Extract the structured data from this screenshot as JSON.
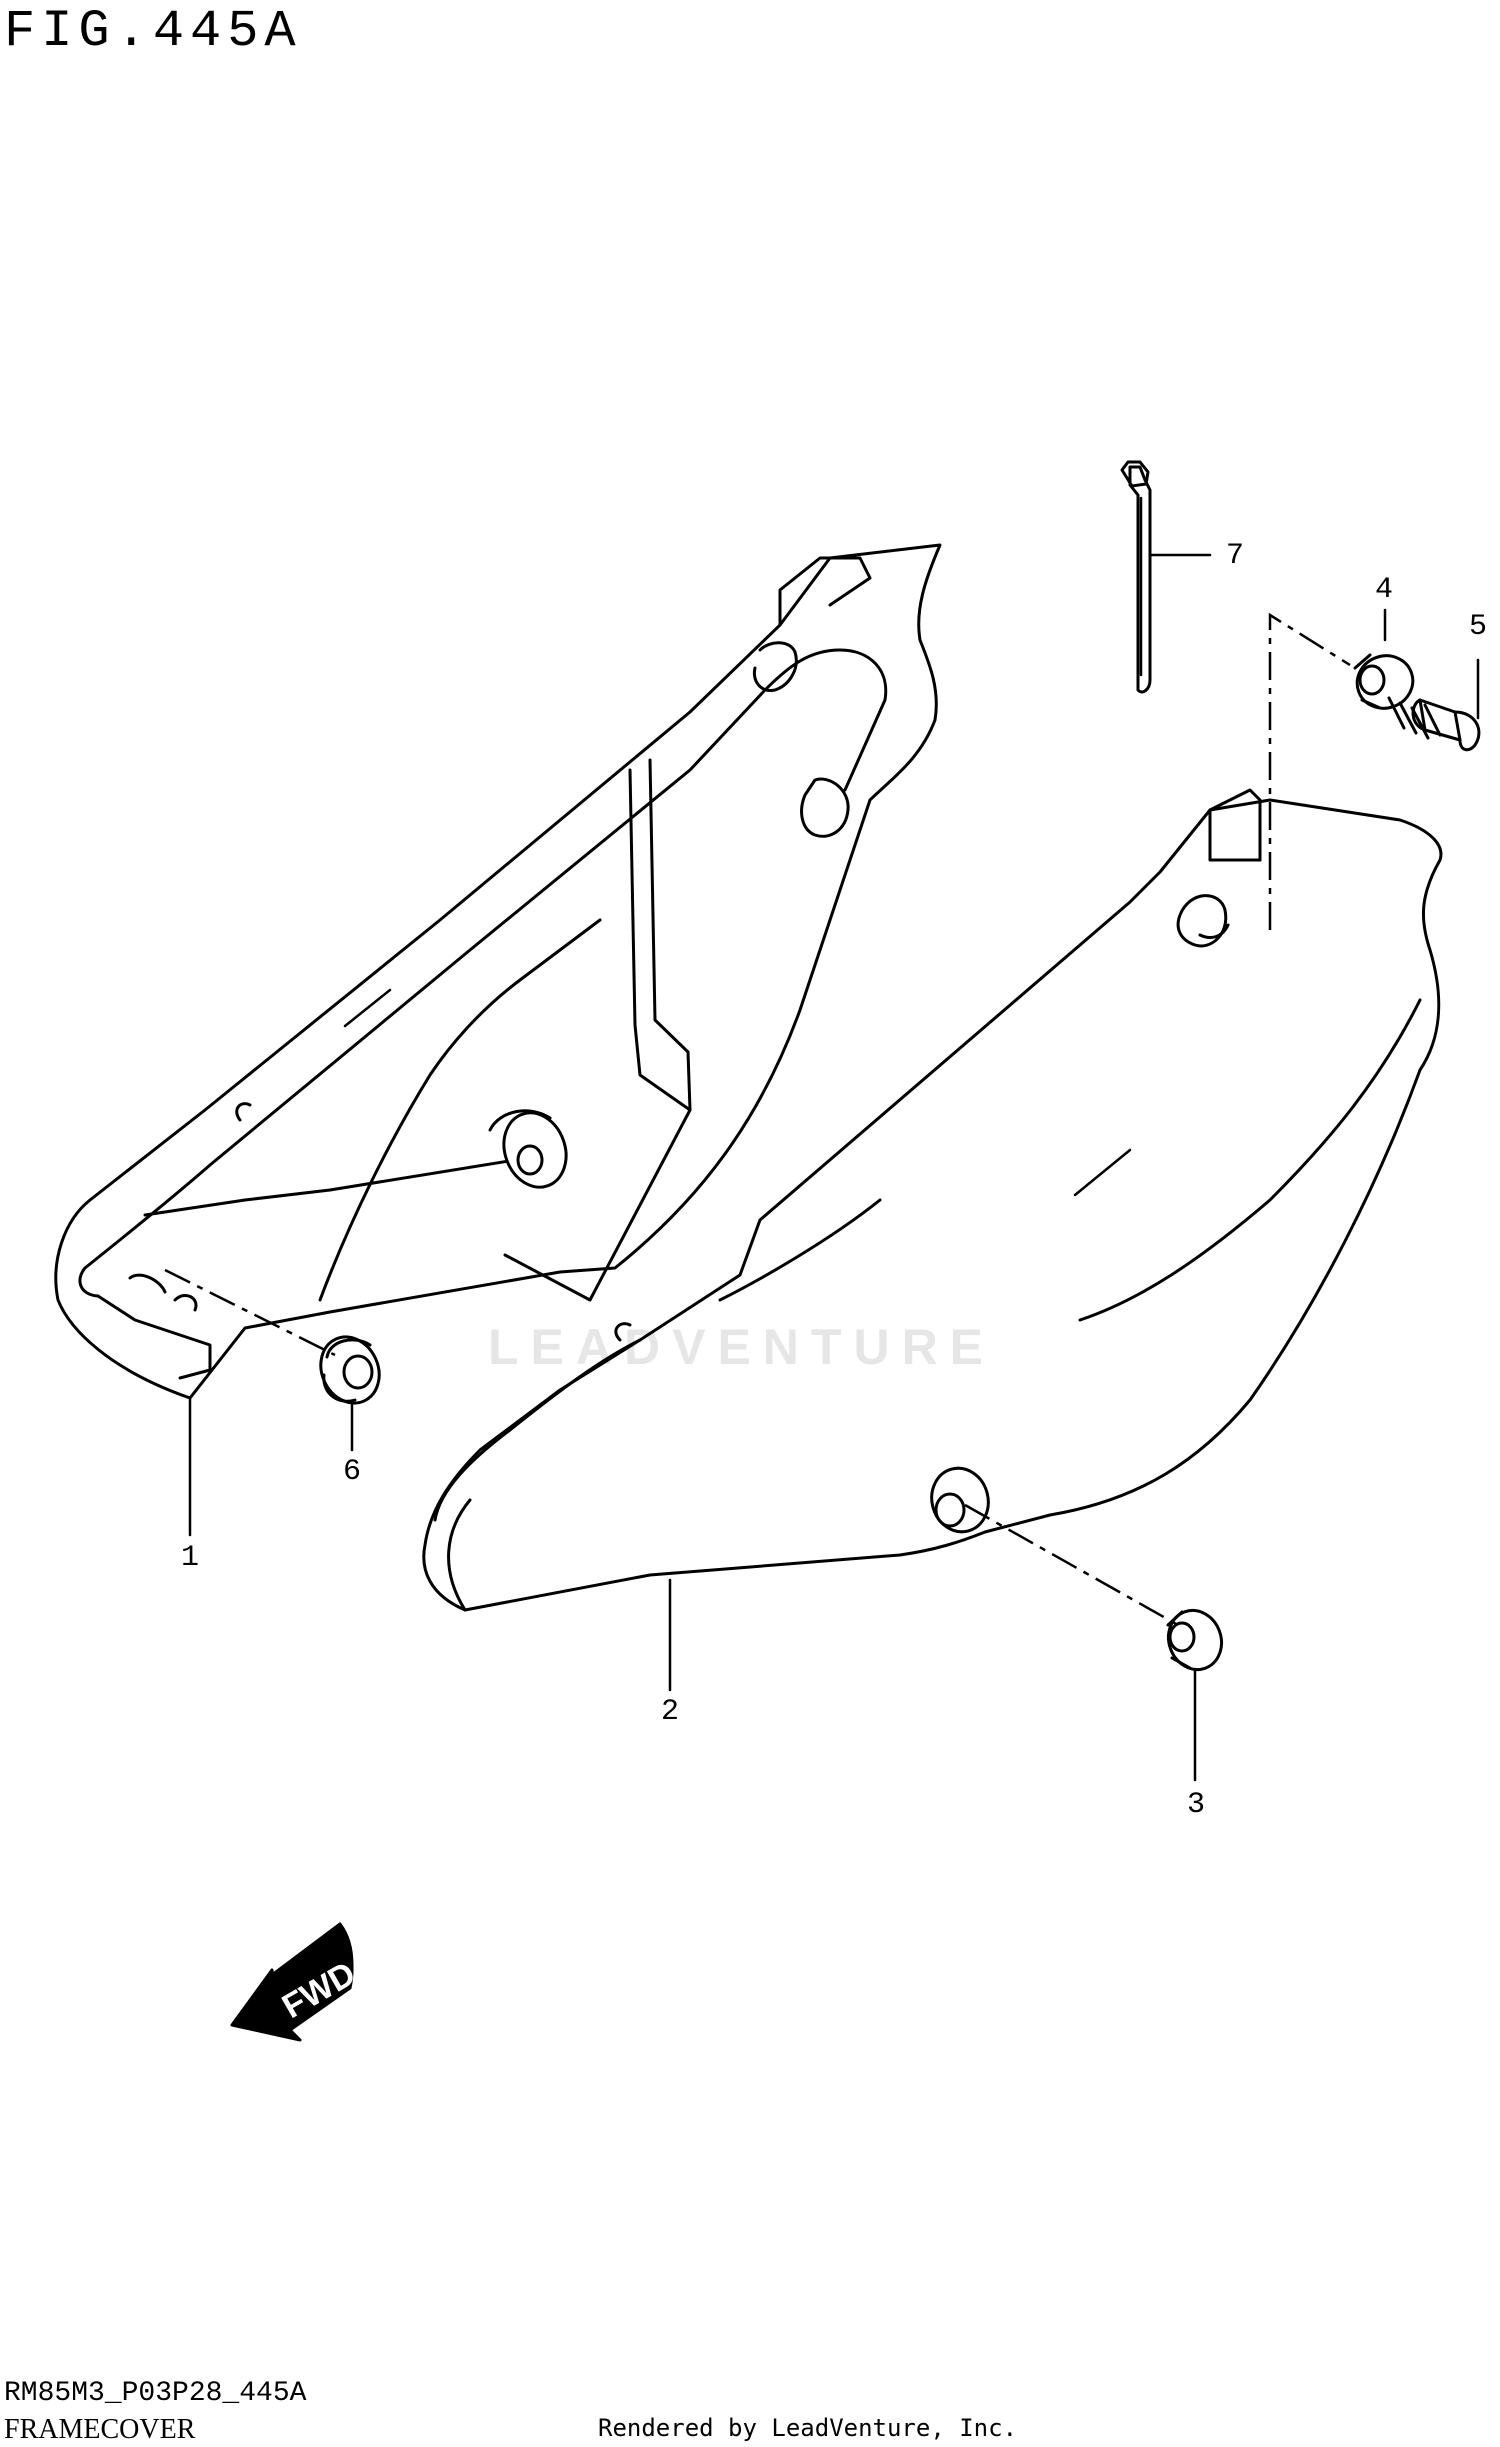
{
  "figure": {
    "title": "FIG.445A",
    "code": "RM85M3_P03P28_445A",
    "name": "FRAMECOVER",
    "credit": "Rendered by LeadVenture, Inc.",
    "watermark": "LEADVENTURE"
  },
  "callouts": [
    {
      "id": "1",
      "label": "1"
    },
    {
      "id": "2",
      "label": "2"
    },
    {
      "id": "3",
      "label": "3"
    },
    {
      "id": "4",
      "label": "4"
    },
    {
      "id": "5",
      "label": "5"
    },
    {
      "id": "6",
      "label": "6"
    },
    {
      "id": "7",
      "label": "7"
    }
  ],
  "direction_arrow": {
    "label": "FWD"
  }
}
